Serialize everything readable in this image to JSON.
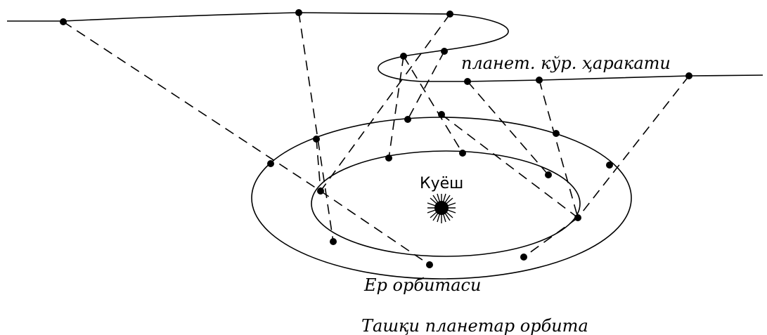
{
  "diagram": {
    "labels": {
      "sun": "Куёш",
      "planet_motion": "планет. кўр. ҳаракати",
      "earth_orbit": "Ер орбитаси",
      "outer_planet_orbit": "Ташқи планетар орбита"
    },
    "colors": {
      "ink": "#000000",
      "background": "#ffffff"
    }
  }
}
